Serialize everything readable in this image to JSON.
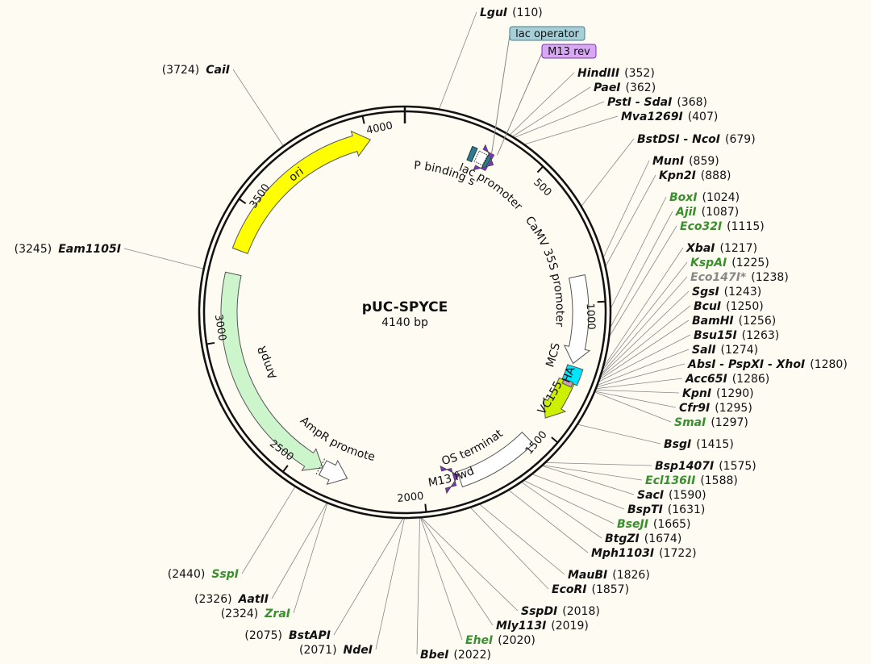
{
  "plasmid": {
    "name": "pUC-SPYCE",
    "length_label": "4140 bp",
    "length": 4140
  },
  "colors": {
    "default_site": "#111111",
    "green_site": "#3a8f2d",
    "gray_site": "#888888",
    "ori": "#ffff00",
    "ampr": "#ccf5cc",
    "hollow": "#ffffff",
    "mcs": "#00e5ff",
    "vc155": "#ccf000",
    "lac_operator": "#a6cfd8",
    "m13_rev": "#d8a8f5",
    "primer": "#8a2be2",
    "cap": "#2a7d8e"
  },
  "ticks": [
    {
      "pos": 500,
      "label": "500"
    },
    {
      "pos": 1000,
      "label": "1000"
    },
    {
      "pos": 1500,
      "label": "1500"
    },
    {
      "pos": 2000,
      "label": "2000"
    },
    {
      "pos": 2500,
      "label": "2500"
    },
    {
      "pos": 3000,
      "label": "3000"
    },
    {
      "pos": 3500,
      "label": "3500"
    },
    {
      "pos": 4000,
      "label": "4000"
    }
  ],
  "features": [
    {
      "id": "ori",
      "label": "ori",
      "start": 3340,
      "end": 4010,
      "dir": 1,
      "color": "#ffff00"
    },
    {
      "id": "ampr",
      "label": "AmpR",
      "start": 2390,
      "end": 3250,
      "dir": -1,
      "color": "#ccf5cc"
    },
    {
      "id": "ampr-promoter",
      "label": "AmpR promoter",
      "start": 2290,
      "end": 2390,
      "dir": -1,
      "color": "#ffffff"
    },
    {
      "id": "camv35s",
      "label": "CaMV 35S promoter",
      "start": 900,
      "end": 1230,
      "dir": 1,
      "color": "#ffffff"
    },
    {
      "id": "mcs",
      "label": "MCS",
      "start": 1240,
      "end": 1300,
      "dir": 0,
      "color": "#00e5ff"
    },
    {
      "id": "vc155",
      "label": "VC155",
      "start": 1300,
      "end": 1460,
      "dir": 1,
      "color": "#ccf000"
    },
    {
      "id": "nos",
      "label": "NOS terminator",
      "start": 1560,
      "end": 1860,
      "dir": 0,
      "color": "#ffffff"
    }
  ],
  "inner_labels": [
    {
      "text": "CAP binding site"
    },
    {
      "text": "lac promoter"
    },
    {
      "text": "HA"
    },
    {
      "text": "M13 fwd"
    }
  ],
  "boxed_labels": [
    {
      "text": "lac operator"
    },
    {
      "text": "M13 rev"
    }
  ],
  "sites": [
    {
      "name": "LguI",
      "pos": "(110)",
      "color": "#111111"
    },
    {
      "name": "HindIII",
      "pos": "(352)",
      "color": "#111111"
    },
    {
      "name": "PaeI",
      "pos": "(362)",
      "color": "#111111"
    },
    {
      "name": "PstI - SdaI",
      "pos": "(368)",
      "color": "#111111"
    },
    {
      "name": "Mva1269I",
      "pos": "(407)",
      "color": "#111111"
    },
    {
      "name": "BstDSI - NcoI",
      "pos": "(679)",
      "color": "#111111"
    },
    {
      "name": "MunI",
      "pos": "(859)",
      "color": "#111111"
    },
    {
      "name": "Kpn2I",
      "pos": "(888)",
      "color": "#111111"
    },
    {
      "name": "BoxI",
      "pos": "(1024)",
      "color": "#3a8f2d"
    },
    {
      "name": "AjiI",
      "pos": "(1087)",
      "color": "#3a8f2d"
    },
    {
      "name": "Eco32I",
      "pos": "(1115)",
      "color": "#3a8f2d"
    },
    {
      "name": "XbaI",
      "pos": "(1217)",
      "color": "#111111"
    },
    {
      "name": "KspAI",
      "pos": "(1225)",
      "color": "#3a8f2d"
    },
    {
      "name": "Eco147I*",
      "pos": "(1238)",
      "color": "#888888"
    },
    {
      "name": "SgsI",
      "pos": "(1243)",
      "color": "#111111"
    },
    {
      "name": "BcuI",
      "pos": "(1250)",
      "color": "#111111"
    },
    {
      "name": "BamHI",
      "pos": "(1256)",
      "color": "#111111"
    },
    {
      "name": "Bsu15I",
      "pos": "(1263)",
      "color": "#111111"
    },
    {
      "name": "SalI",
      "pos": "(1274)",
      "color": "#111111"
    },
    {
      "name": "AbsI - PspXI - XhoI",
      "pos": "(1280)",
      "color": "#111111"
    },
    {
      "name": "Acc65I",
      "pos": "(1286)",
      "color": "#111111"
    },
    {
      "name": "KpnI",
      "pos": "(1290)",
      "color": "#111111"
    },
    {
      "name": "Cfr9I",
      "pos": "(1295)",
      "color": "#111111"
    },
    {
      "name": "SmaI",
      "pos": "(1297)",
      "color": "#3a8f2d"
    },
    {
      "name": "BsgI",
      "pos": "(1415)",
      "color": "#111111"
    },
    {
      "name": "Bsp1407I",
      "pos": "(1575)",
      "color": "#111111"
    },
    {
      "name": "Ecl136II",
      "pos": "(1588)",
      "color": "#3a8f2d"
    },
    {
      "name": "SacI",
      "pos": "(1590)",
      "color": "#111111"
    },
    {
      "name": "BspTI",
      "pos": "(1631)",
      "color": "#111111"
    },
    {
      "name": "BseJI",
      "pos": "(1665)",
      "color": "#3a8f2d"
    },
    {
      "name": "BtgZI",
      "pos": "(1674)",
      "color": "#111111"
    },
    {
      "name": "Mph1103I",
      "pos": "(1722)",
      "color": "#111111"
    },
    {
      "name": "MauBI",
      "pos": "(1826)",
      "color": "#111111"
    },
    {
      "name": "EcoRI",
      "pos": "(1857)",
      "color": "#111111"
    },
    {
      "name": "SspDI",
      "pos": "(2018)",
      "color": "#111111"
    },
    {
      "name": "Mly113I",
      "pos": "(2019)",
      "color": "#111111"
    },
    {
      "name": "EheI",
      "pos": "(2020)",
      "color": "#3a8f2d"
    },
    {
      "name": "BbeI",
      "pos": "(2022)",
      "color": "#111111"
    },
    {
      "name": "NdeI",
      "pos": "(2071)",
      "color": "#111111"
    },
    {
      "name": "BstAPI",
      "pos": "(2075)",
      "color": "#111111"
    },
    {
      "name": "ZraI",
      "pos": "(2324)",
      "color": "#3a8f2d"
    },
    {
      "name": "AatII",
      "pos": "(2326)",
      "color": "#111111"
    },
    {
      "name": "SspI",
      "pos": "(2440)",
      "color": "#3a8f2d"
    },
    {
      "name": "Eam1105I",
      "pos": "(3245)",
      "color": "#111111"
    },
    {
      "name": "CaiI",
      "pos": "(3724)",
      "color": "#111111"
    }
  ]
}
